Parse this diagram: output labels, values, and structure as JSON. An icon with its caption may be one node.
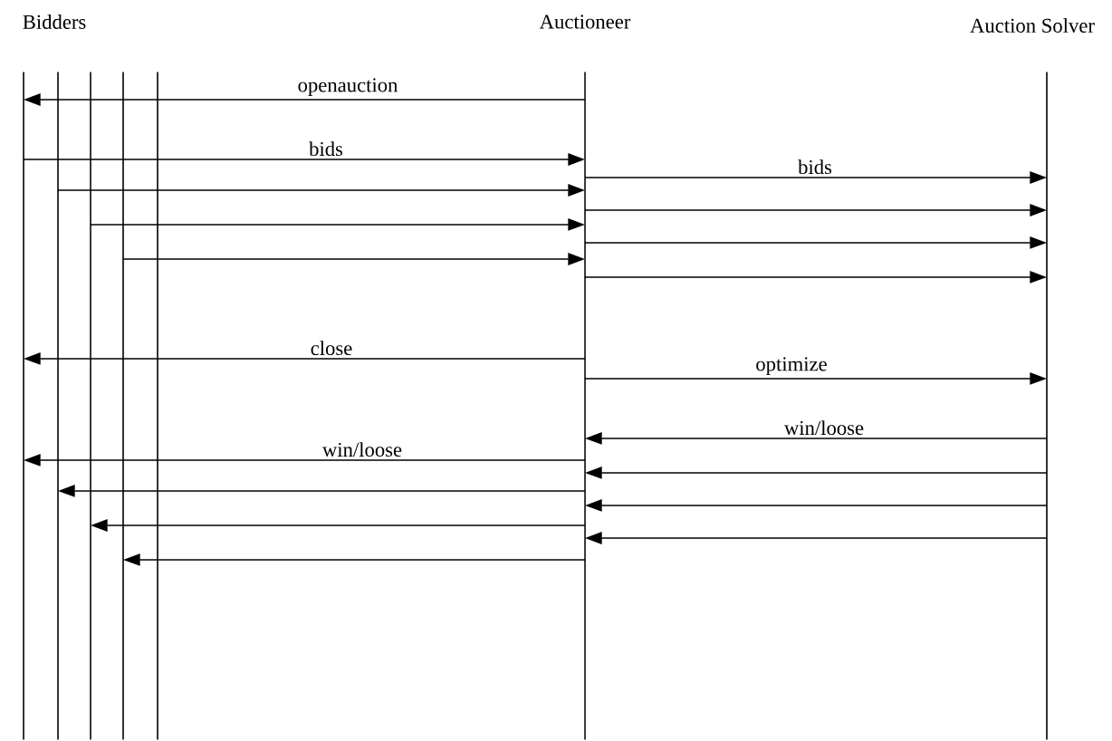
{
  "diagram": {
    "labels": [
      "Bidders"
    ],
    "nodes": [
      {
        "text": [],
        "shape": "bar"
      },
      {
        "text": [],
        "shape": "bar"
      },
      {
        "text": [],
        "shape": "bar"
      },
      {
        "text": [],
        "shape": "bar"
      },
      {
        "text": [],
        "shape": "bar"
      },
      {
        "text": [
          "Auctioneer"
        ]
      },
      {
        "text": [
          "Auction Solver"
        ]
      }
    ],
    "edges": [
      {
        "from": 5,
        "to": 0,
        "arrow": "to",
        "label": "openauction"
      },
      {
        "from": 0,
        "to": 5,
        "arrow": "to",
        "label": "bids"
      },
      {
        "from": 5,
        "to": 6,
        "arrow": "to",
        "label": "bids"
      },
      {
        "from": 1,
        "to": 5,
        "arrow": "to"
      },
      {
        "from": 5,
        "to": 6,
        "arrow": "to"
      },
      {
        "from": 2,
        "to": 5,
        "arrow": "to"
      },
      {
        "from": 5,
        "to": 6,
        "arrow": "to"
      },
      {
        "from": 3,
        "to": 5,
        "arrow": "to"
      },
      {
        "from": 5,
        "to": 6,
        "arrow": "to"
      },
      {
        "from": 5,
        "to": 0,
        "arrow": "to",
        "label": "close"
      },
      {
        "from": 5,
        "to": 6,
        "arrow": "to",
        "label": "optimize"
      },
      {
        "from": 6,
        "to": 5,
        "arrow": "to",
        "label": "win/loose"
      },
      {
        "from": 5,
        "to": 0,
        "arrow": "to",
        "label": "win/loose"
      },
      {
        "from": 6,
        "to": 5,
        "arrow": "to"
      },
      {
        "from": 5,
        "to": 1,
        "arrow": "to"
      },
      {
        "from": 6,
        "to": 5,
        "arrow": "to"
      },
      {
        "from": 5,
        "to": 2,
        "arrow": "to"
      },
      {
        "from": 6,
        "to": 5,
        "arrow": "to"
      },
      {
        "from": 5,
        "to": 3,
        "arrow": "to"
      }
    ]
  }
}
